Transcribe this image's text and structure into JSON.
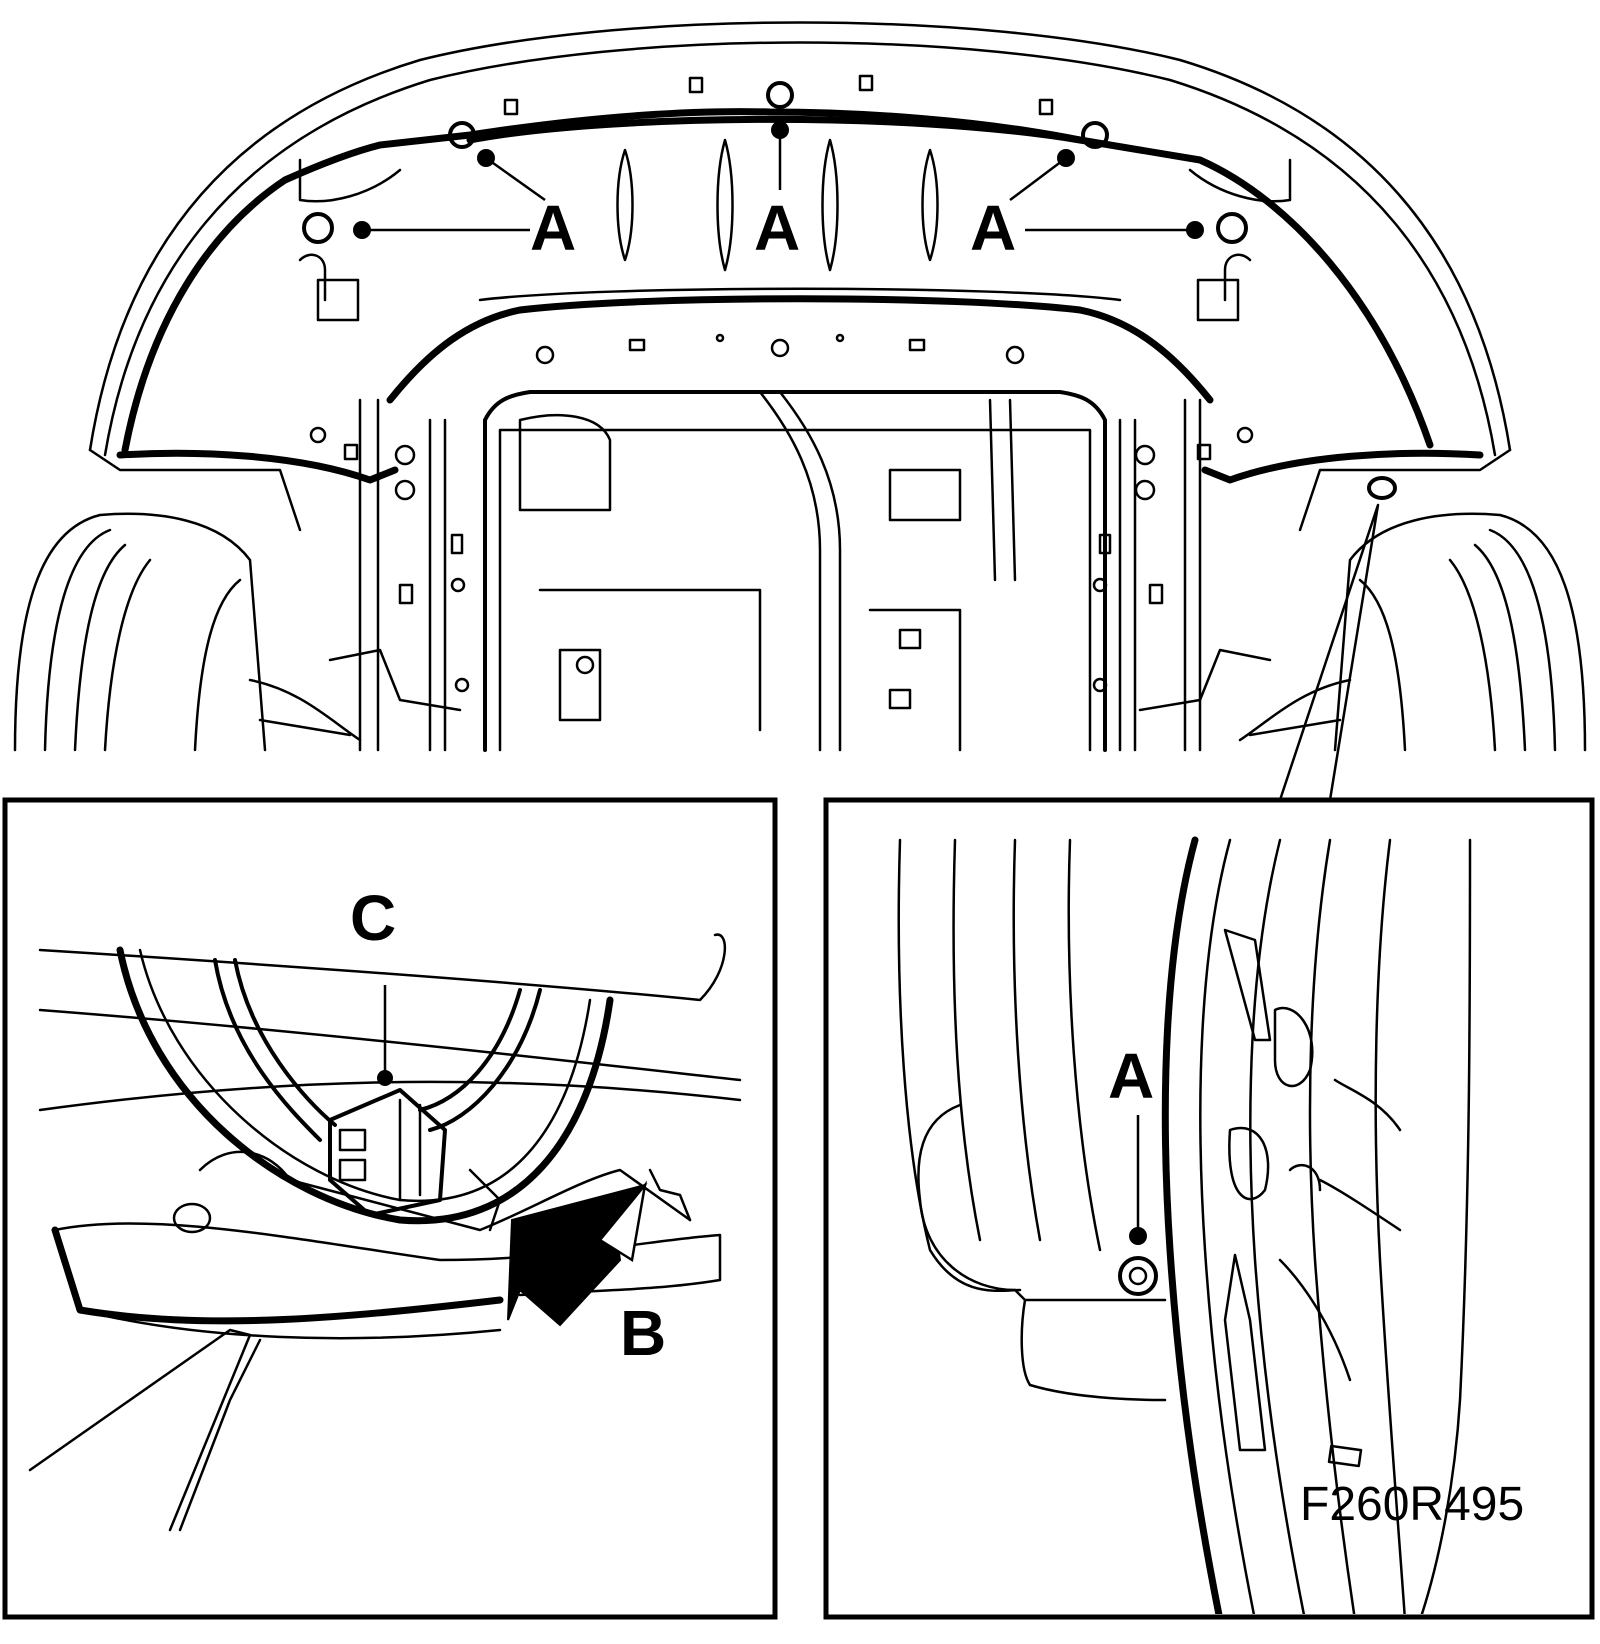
{
  "callouts": {
    "a_label": "A",
    "b_label": "B",
    "c_label": "C"
  },
  "figure_code": "F260R495"
}
